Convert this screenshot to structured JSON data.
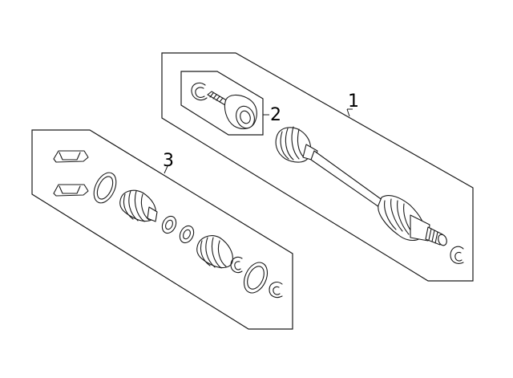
{
  "callouts": [
    {
      "id": "1",
      "label": "1",
      "part": "axle-shaft-assembly"
    },
    {
      "id": "2",
      "label": "2",
      "part": "outer-cv-joint"
    },
    {
      "id": "3",
      "label": "3",
      "part": "boot-kit"
    }
  ],
  "colors": {
    "line": "#1a1a1a",
    "background": "#ffffff"
  }
}
